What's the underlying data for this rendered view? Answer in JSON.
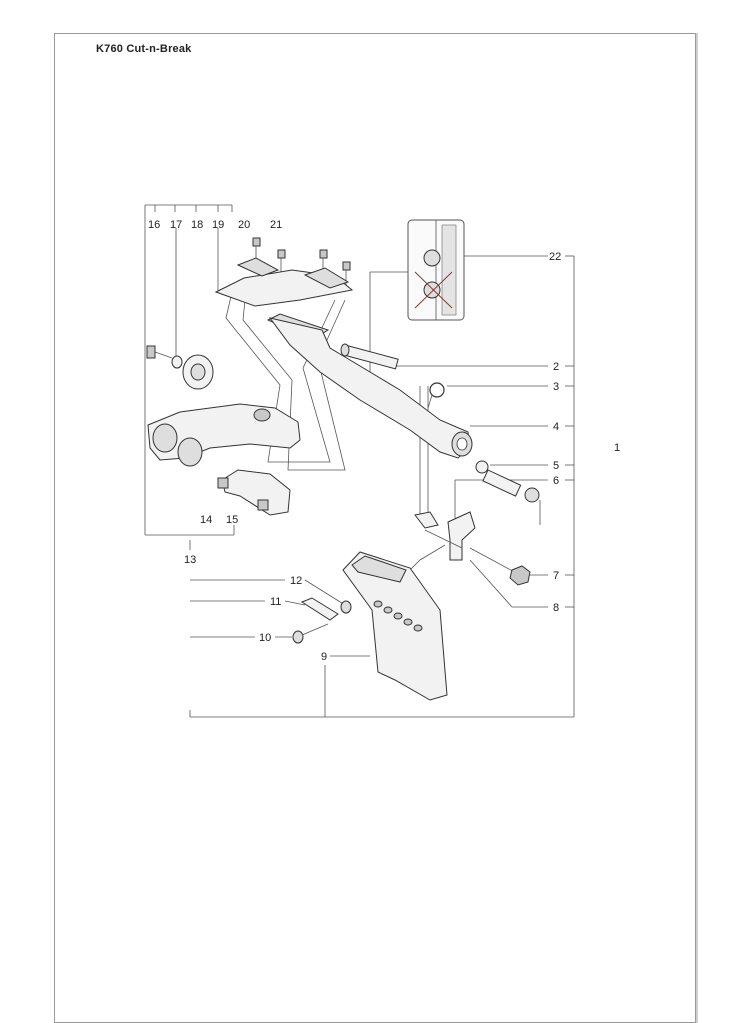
{
  "document": {
    "title": "K760 Cut-n-Break"
  },
  "callouts": [
    {
      "id": "1",
      "text": "1"
    },
    {
      "id": "2",
      "text": "2"
    },
    {
      "id": "3",
      "text": "3"
    },
    {
      "id": "4",
      "text": "4"
    },
    {
      "id": "5",
      "text": "5"
    },
    {
      "id": "6",
      "text": "6"
    },
    {
      "id": "7",
      "text": "7"
    },
    {
      "id": "8",
      "text": "8"
    },
    {
      "id": "9",
      "text": "9"
    },
    {
      "id": "10",
      "text": "10"
    },
    {
      "id": "11",
      "text": "11"
    },
    {
      "id": "12",
      "text": "12"
    },
    {
      "id": "13",
      "text": "13"
    },
    {
      "id": "14",
      "text": "14"
    },
    {
      "id": "15",
      "text": "15"
    },
    {
      "id": "16",
      "text": "16"
    },
    {
      "id": "17",
      "text": "17"
    },
    {
      "id": "18",
      "text": "18"
    },
    {
      "id": "19",
      "text": "19"
    },
    {
      "id": "20",
      "text": "20"
    },
    {
      "id": "21",
      "text": "21"
    },
    {
      "id": "22",
      "text": "22"
    }
  ]
}
